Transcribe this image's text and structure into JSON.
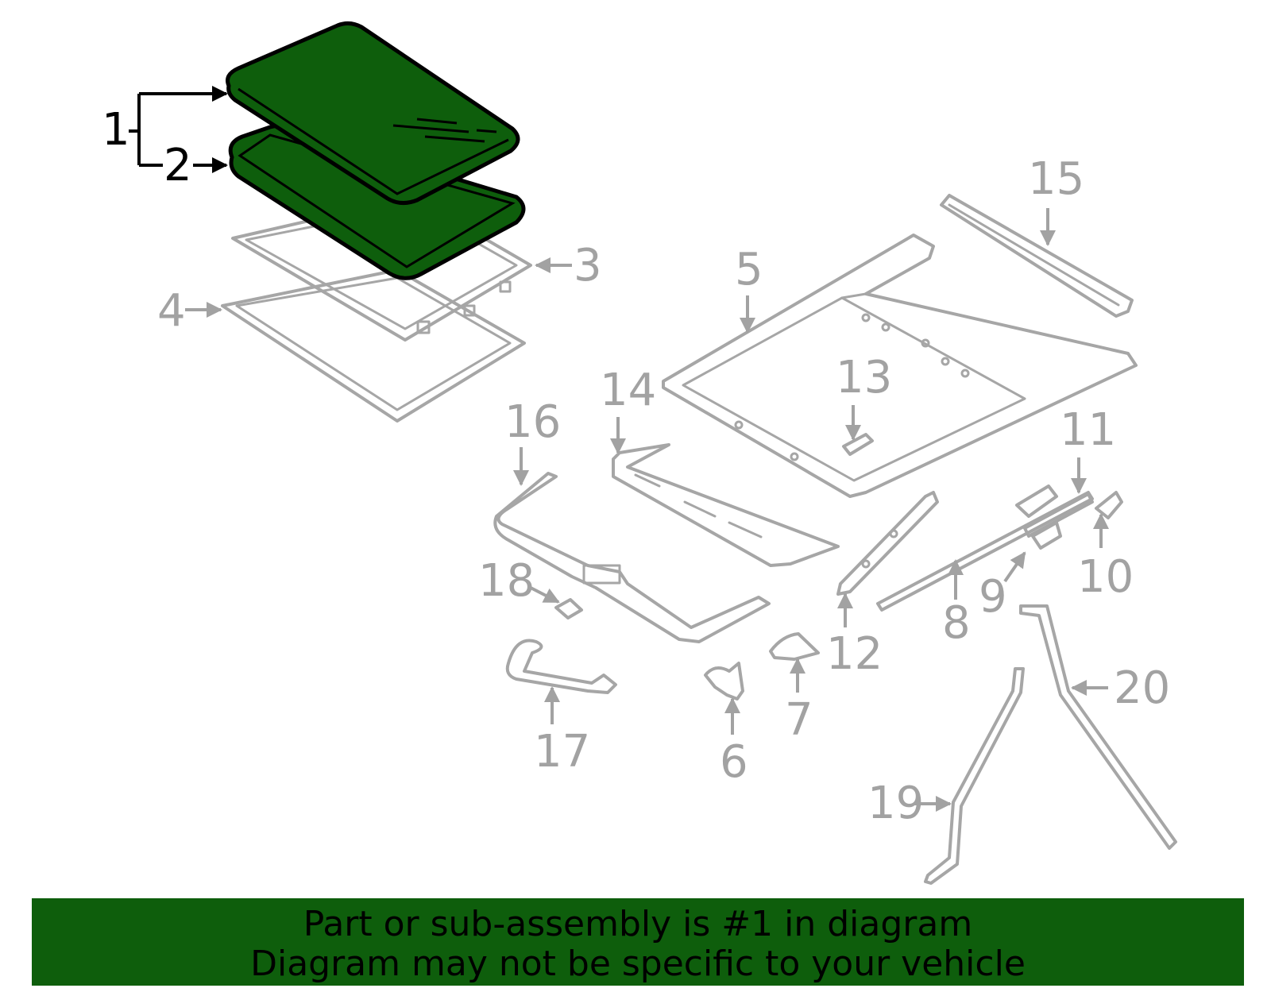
{
  "callouts": {
    "c1": "1",
    "c2": "2",
    "c3": "3",
    "c4": "4",
    "c5": "5",
    "c6": "6",
    "c7": "7",
    "c8": "8",
    "c9": "9",
    "c10": "10",
    "c11": "11",
    "c12": "12",
    "c13": "13",
    "c14": "14",
    "c15": "15",
    "c16": "16",
    "c17": "17",
    "c18": "18",
    "c19": "19",
    "c20": "20"
  },
  "highlight": {
    "fill_color": "#0e5e0c",
    "part_number": "1"
  },
  "banner": {
    "line1": "Part or sub-assembly is #1 in diagram",
    "line2": "Diagram may not be specific to your vehicle"
  }
}
